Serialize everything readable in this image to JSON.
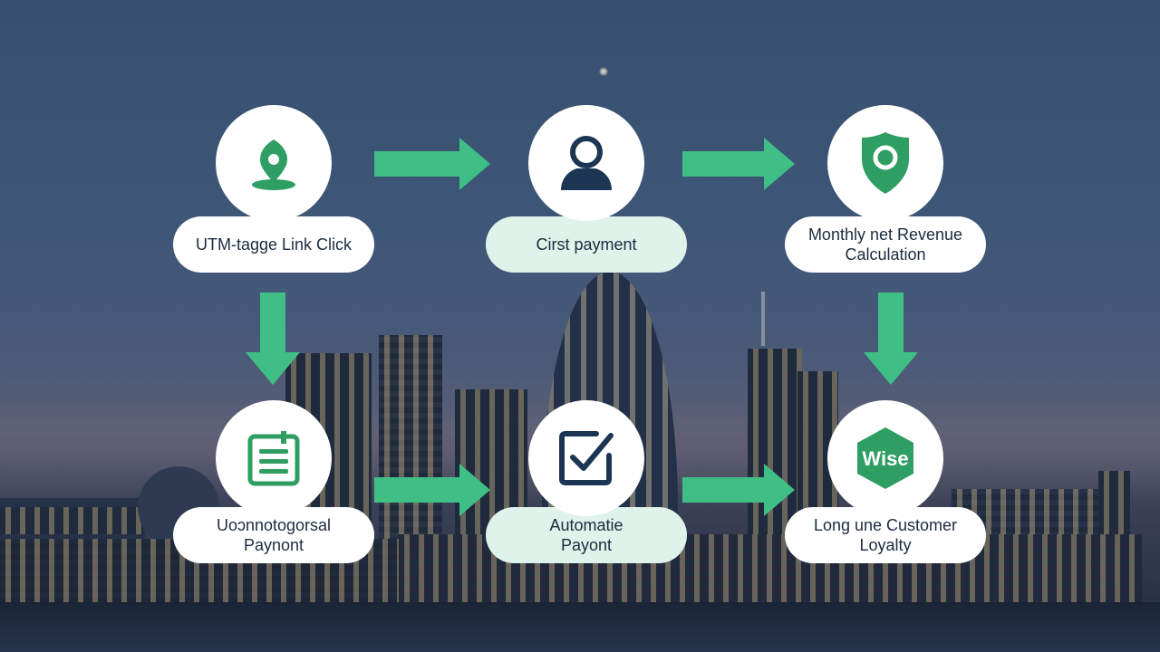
{
  "diagram": {
    "theme": {
      "accent_green": "#2e9e62",
      "arrow_green": "#3fbf86",
      "icon_navy": "#1c3553",
      "pill_white": "#ffffff",
      "pill_mint": "#dff3ea",
      "text_color": "#1c2b3f",
      "background_sky": "#3b5170"
    },
    "nodes": [
      {
        "id": "utm-click",
        "icon": "location-pin-icon",
        "label_lines": [
          "UTM-tagge Link Click"
        ],
        "pill_style": "white"
      },
      {
        "id": "first-payment",
        "icon": "user-icon",
        "label_lines": [
          "Cirst payment"
        ],
        "pill_style": "mint"
      },
      {
        "id": "monthly-revenue",
        "icon": "shield-icon",
        "label_lines": [
          "Monthly net Revenue",
          "Calculation"
        ],
        "pill_style": "white"
      },
      {
        "id": "unconventional-payment",
        "icon": "clipboard-list-icon",
        "label_lines": [
          "Uoɔnnotogorsal",
          "Paynont"
        ],
        "pill_style": "white"
      },
      {
        "id": "automatic-payment",
        "icon": "checkbox-checked-icon",
        "label_lines": [
          "Automatie",
          "Payont"
        ],
        "pill_style": "mint"
      },
      {
        "id": "customer-loyalty",
        "icon": "wise-logo-icon",
        "icon_text": "Wise",
        "label_lines": [
          "Long une Customer",
          "Loyalty"
        ],
        "pill_style": "white"
      }
    ],
    "edges": [
      {
        "from": "utm-click",
        "to": "first-payment",
        "direction": "right"
      },
      {
        "from": "first-payment",
        "to": "monthly-revenue",
        "direction": "right"
      },
      {
        "from": "utm-click",
        "to": "unconventional-payment",
        "direction": "down"
      },
      {
        "from": "monthly-revenue",
        "to": "customer-loyalty",
        "direction": "down"
      },
      {
        "from": "unconventional-payment",
        "to": "automatic-payment",
        "direction": "right"
      },
      {
        "from": "automatic-payment",
        "to": "customer-loyalty",
        "direction": "right"
      }
    ]
  }
}
